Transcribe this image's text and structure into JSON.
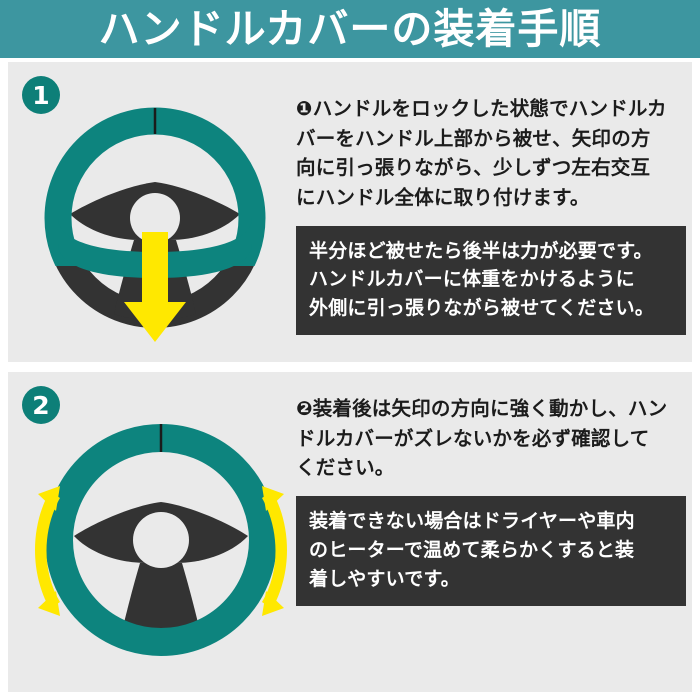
{
  "header": {
    "title": "ハンドルカバーの装着手順",
    "bg_color": "#3d96a0",
    "text_color": "#ffffff"
  },
  "colors": {
    "teal_cover": "#0d847e",
    "teal_badge": "#0d7f78",
    "wheel_dark": "#333333",
    "arrow_yellow": "#ffe800",
    "panel_bg": "#eaeaea",
    "callout_bg": "#333333",
    "page_bg": "#ffffff"
  },
  "steps": [
    {
      "badge": "1",
      "figure": {
        "name": "steering-wheel-partial-cover",
        "description": "ハンドルにカバーを上部から被せた図",
        "arrow": "down-arrow"
      },
      "text_lines": [
        "❶ハンドルをロックした状態でハンドルカ",
        "バーをハンドル上部から被せ、矢印の方",
        "向に引っ張りながら、少しずつ左右交互",
        "にハンドル全体に取り付けます。"
      ],
      "callout_lines": [
        "半分ほど被せたら後半は力が必要です。",
        "ハンドルカバーに体重をかけるように",
        "外側に引っ張りながら被せてください。"
      ]
    },
    {
      "badge": "2",
      "figure": {
        "name": "steering-wheel-full-cover",
        "description": "装着完了したハンドルカバーを左右に動かす図",
        "arrow": "double-curved-arrows"
      },
      "text_lines": [
        "❷装着後は矢印の方向に強く動かし、ハン",
        "ドルカバーがズレないかを必ず確認して",
        "ください。"
      ],
      "callout_lines": [
        "装着できない場合はドライヤーや車内",
        "のヒーターで温めて柔らかくすると装",
        "着しやすいです。"
      ]
    }
  ]
}
